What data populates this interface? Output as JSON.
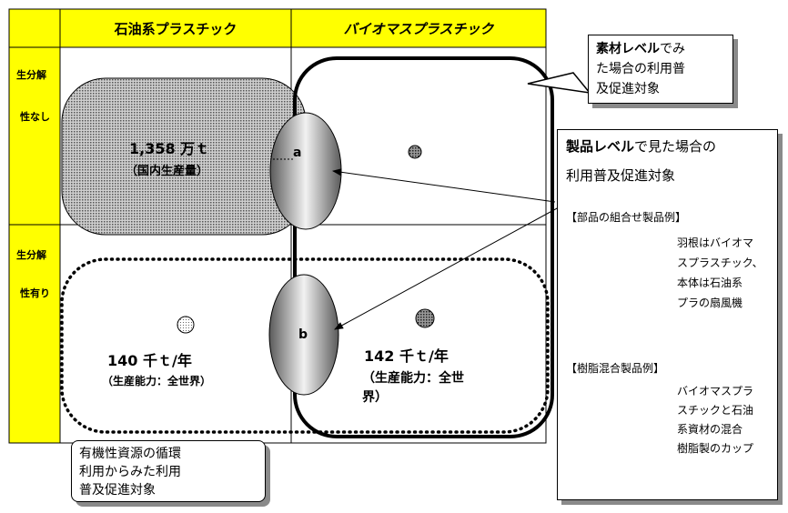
{
  "header": {
    "petro": "石油系プラスチック",
    "bio": "バイオマスプラスチック"
  },
  "rows": {
    "nonbio_line1": "生分解",
    "nonbio_line2": "性なし",
    "bio_line1": "生分解",
    "bio_line2": "性有り"
  },
  "petro_nonbio": {
    "amount": "1,358 万ｔ",
    "note": "（国内生産量）"
  },
  "petro_bio": {
    "amount": "140 千ｔ/年",
    "note": "（生産能力：全世界）"
  },
  "bio_bio": {
    "amount": "142 千ｔ/年",
    "note_line1": "（生産能力：全世",
    "note_line2": "界）"
  },
  "overlaps": {
    "a": "a",
    "b": "b"
  },
  "material_callout": {
    "bold": "素材レベル",
    "rest1": "でみ",
    "line2": "た場合の利用普",
    "line3": "及促進対象"
  },
  "product_callout": {
    "bold": "製品レベル",
    "rest1": "で見た場合の",
    "line2": "利用普及促進対象",
    "example1_title": "【部品の組合せ製品例】",
    "example1_lines": [
      "羽根はバイオマ",
      "スプラスチック、",
      "本体は石油系",
      "プラの扇風機"
    ],
    "example2_title": "【樹脂混合製品例】",
    "example2_lines": [
      "バイオマスプラ",
      "スチックと石油",
      "系資材の混合",
      "樹脂製のカップ"
    ]
  },
  "cycle_callout": {
    "line1": "有機性資源の循環",
    "line2": "利用からみた利用",
    "line3": "普及促進対象"
  },
  "colors": {
    "header_yellow": "#ffff00",
    "gray_pattern": "#a8a8a8",
    "fan_blue": "#1f35c8"
  }
}
